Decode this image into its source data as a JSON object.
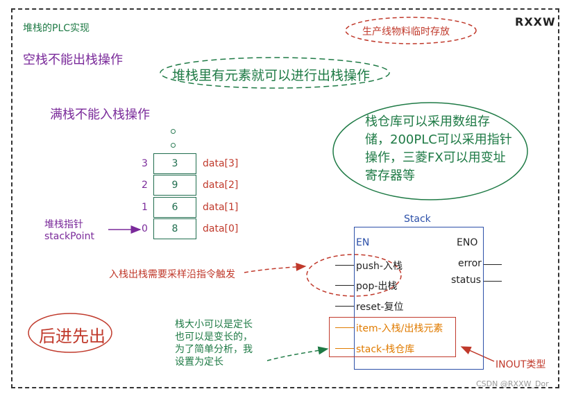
{
  "title": "堆栈的PLC实现",
  "brand": "RXXW",
  "note_line": "生产线物料临时存放",
  "rule_empty": "空栈不能出栈操作",
  "rule_pop_bubble": "堆栈里有元素就可以进行出栈操作",
  "rule_full": "满栈不能入栈操作",
  "storage_bubble": "栈仓库可以采用数组存储，200PLC可以采用指针操作，三菱FX可以用变址寄存器等",
  "storage_lines": [
    "栈仓库可以采用数组存",
    "储，200PLC可以采用指针",
    "操作，三菱FX可以用变址",
    "寄存器等"
  ],
  "pointer_label": [
    "堆栈指针",
    "stackPoint"
  ],
  "stack_rows": [
    {
      "index": "3",
      "value": "3",
      "label": "data[3]"
    },
    {
      "index": "2",
      "value": "9",
      "label": "data[2]"
    },
    {
      "index": "1",
      "value": "6",
      "label": "data[1]"
    },
    {
      "index": "0",
      "value": "8",
      "label": "data[0]"
    }
  ],
  "trigger_note": "入栈出栈需要采样沿指令触发",
  "lifo": "后进先出",
  "size_note": [
    "栈大小可以是定长",
    "也可以是变长的，",
    "为了简单分析，我",
    "设置为定长"
  ],
  "block": {
    "name": "Stack",
    "en": "EN",
    "eno": "ENO",
    "inputs": [
      "push-入栈",
      "pop-出栈",
      "reset-复位"
    ],
    "inouts": [
      "item-入栈/出栈元素",
      "stack-栈仓库"
    ],
    "outputs": [
      "error",
      "status"
    ]
  },
  "inout_type": "INOUT类型",
  "watermark": "CSDN @RXXW_Dor",
  "colors": {
    "green": "#1e7a45",
    "purple": "#7a2a9a",
    "red": "#c0392b",
    "orange": "#e07b00",
    "blue": "#2b4fa8"
  }
}
